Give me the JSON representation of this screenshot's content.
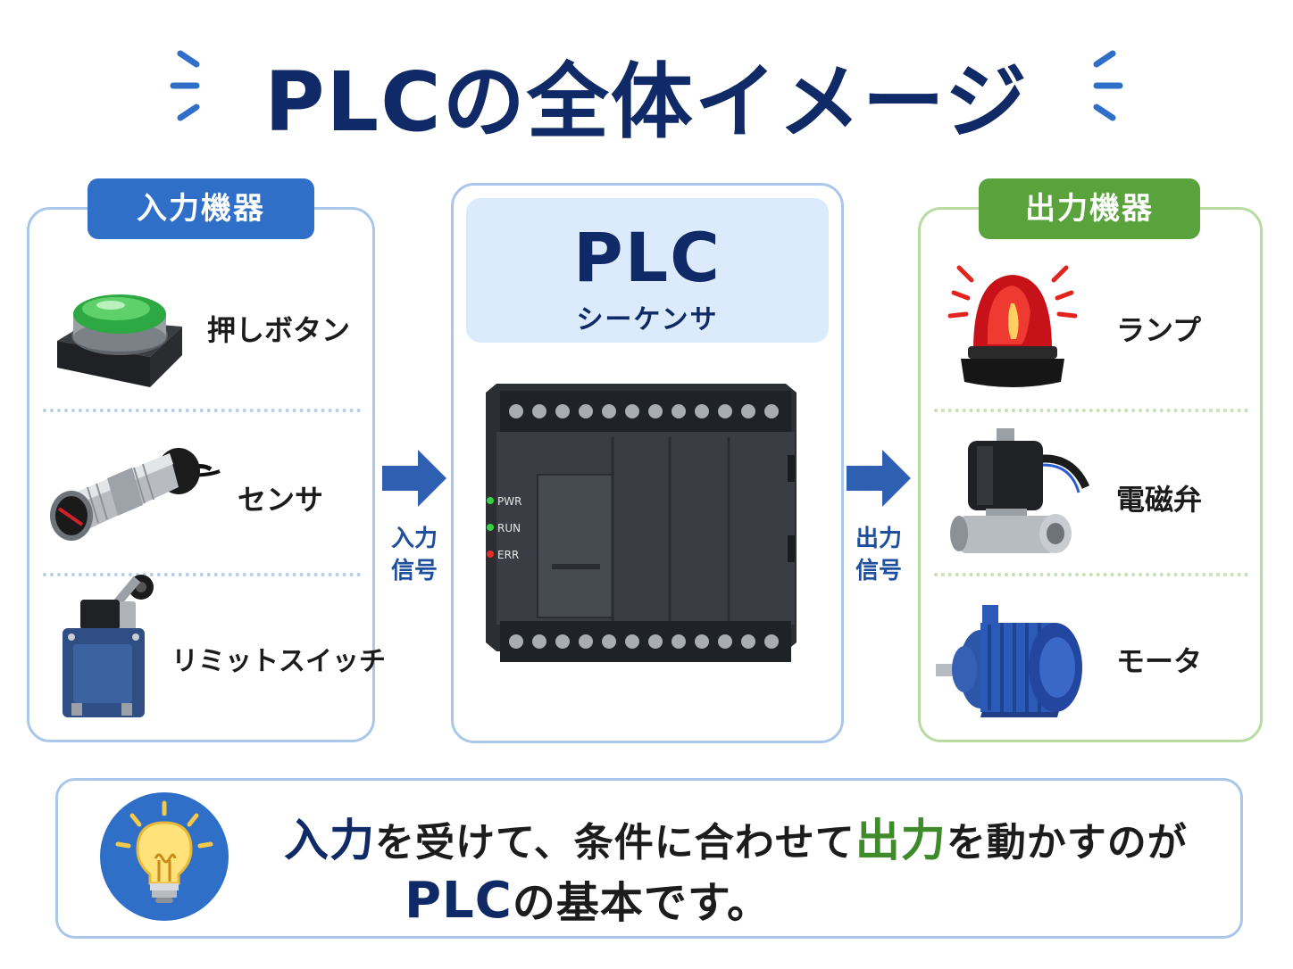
{
  "title": "PLCの全体イメージ",
  "input_panel": {
    "badge": "入力機器",
    "devices": [
      {
        "label": "押しボタン",
        "icon": "push-button-icon"
      },
      {
        "label": "センサ",
        "icon": "sensor-icon"
      },
      {
        "label": "リミットスイッチ",
        "icon": "limit-switch-icon"
      }
    ]
  },
  "plc_panel": {
    "title": "PLC",
    "subtitle": "シーケンサ",
    "leds": [
      "PWR",
      "RUN",
      "ERR"
    ]
  },
  "output_panel": {
    "badge": "出力機器",
    "devices": [
      {
        "label": "ランプ",
        "icon": "lamp-icon"
      },
      {
        "label": "電磁弁",
        "icon": "solenoid-valve-icon"
      },
      {
        "label": "モータ",
        "icon": "motor-icon"
      }
    ]
  },
  "flow": {
    "input_signal": [
      "入力",
      "信号"
    ],
    "output_signal": [
      "出力",
      "信号"
    ]
  },
  "summary": {
    "line1": [
      {
        "text": "入力",
        "style": "blue"
      },
      {
        "text": "を受けて、条件に合わせて",
        "style": "normal"
      },
      {
        "text": "出力",
        "style": "green"
      },
      {
        "text": "を動かすのが",
        "style": "normal"
      }
    ],
    "line2": [
      {
        "text": "PLC",
        "style": "plc"
      },
      {
        "text": "の基本です。",
        "style": "normal"
      }
    ]
  },
  "colors": {
    "navy": "#0f2a66",
    "input_blue": "#2f6fc8",
    "output_green": "#5aa33c",
    "panel_border_blue": "#a9c7ea",
    "panel_border_green": "#b7dba0",
    "arrow_blue": "#2f5fb0"
  }
}
